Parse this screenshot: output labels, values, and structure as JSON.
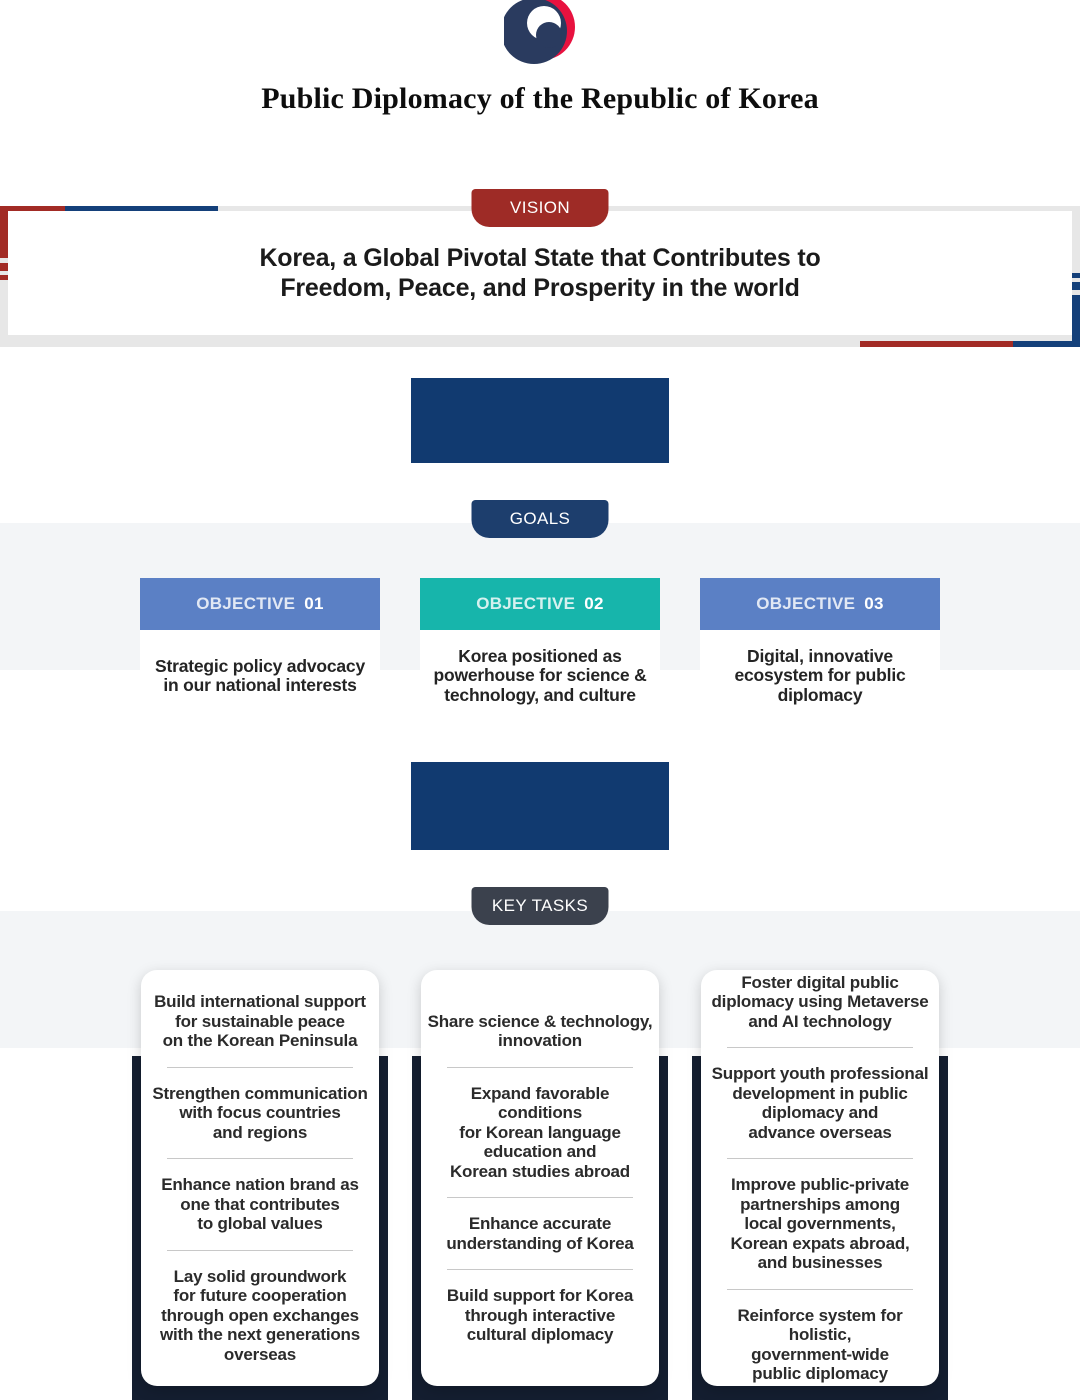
{
  "header": {
    "title": "Public Diplomacy of the Republic of Korea"
  },
  "badges": {
    "vision": "VISION",
    "goals": "GOALS",
    "key_tasks": "KEY TASKS"
  },
  "vision": {
    "statement": "Korea, a Global Pivotal State that Contributes to\nFreedom, Peace, and Prosperity in the world"
  },
  "objectives": [
    {
      "label": "OBJECTIVE",
      "number": "01",
      "color": "#5b80c5",
      "text": "Strategic policy advocacy\nin our national interests"
    },
    {
      "label": "OBJECTIVE",
      "number": "02",
      "color": "#17b5ab",
      "text": "Korea positioned as\npowerhouse for science &\ntechnology, and culture"
    },
    {
      "label": "OBJECTIVE",
      "number": "03",
      "color": "#5b80c5",
      "text": "Digital, innovative\necosystem for public\ndiplomacy"
    }
  ],
  "key_tasks": {
    "columns": [
      {
        "items": [
          "Build international support\nfor sustainable peace\non the Korean Peninsula",
          "Strengthen communication\nwith focus countries\nand regions",
          "Enhance nation brand as\none that contributes\nto global values",
          "Lay solid groundwork\nfor future cooperation\nthrough open exchanges\nwith the next generations\noverseas"
        ]
      },
      {
        "items": [
          "Share science & technology,\ninnovation",
          "Expand favorable conditions\nfor Korean language\neducation and\nKorean studies abroad",
          "Enhance accurate\nunderstanding of Korea",
          "Build support for Korea\nthrough interactive\ncultural diplomacy"
        ]
      },
      {
        "items": [
          "Foster digital public\ndiplomacy using Metaverse\nand AI technology",
          "Support youth professional\ndevelopment in public\ndiplomacy and\nadvance overseas",
          "Improve public-private\npartnerships among\nlocal governments,\nKorean expats abroad,\nand businesses",
          "Reinforce system for holistic,\ngovernment-wide\npublic diplomacy"
        ]
      }
    ]
  },
  "icons": {
    "logo": "korea-government-emblem"
  },
  "colors": {
    "vision_badge": "#9e2b26",
    "goals_badge": "#1d3e6d",
    "key_tasks_badge": "#3b414d",
    "objective_blue": "#5b80c5",
    "objective_teal": "#17b5ab",
    "connector_navy": "#113a70",
    "task_panel_navy": "#141e30",
    "accent_red": "#a22b25",
    "accent_navy": "#14407a",
    "section_gray": "#f3f5f7",
    "vision_band_gray": "#e7e7e7",
    "emblem_navy": "#2a3b5f",
    "emblem_red": "#e8123f"
  }
}
